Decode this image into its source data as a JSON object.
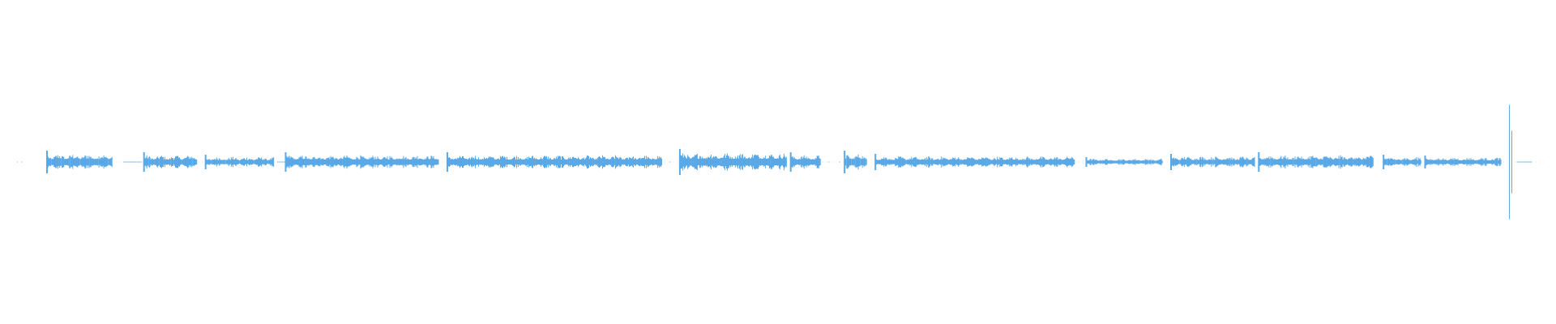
{
  "waveform": {
    "color": "#5aa9e6",
    "background": "#ffffff",
    "amplitude_profile": [
      {
        "t": 0.006,
        "a": 0.002,
        "type": "dot"
      },
      {
        "t": 0.009,
        "a": 0.002,
        "type": "dot"
      },
      {
        "t": 0.025,
        "a": 0.07,
        "type": "burst",
        "len": 0.043
      },
      {
        "t": 0.075,
        "a": 0.003,
        "type": "quiet",
        "len": 0.012
      },
      {
        "t": 0.088,
        "a": 0.06,
        "type": "burst",
        "len": 0.035
      },
      {
        "t": 0.128,
        "a": 0.045,
        "type": "burst",
        "len": 0.045
      },
      {
        "t": 0.175,
        "a": 0.003,
        "type": "quiet",
        "len": 0.005
      },
      {
        "t": 0.18,
        "a": 0.06,
        "type": "burst",
        "len": 0.1
      },
      {
        "t": 0.285,
        "a": 0.06,
        "type": "burst",
        "len": 0.14
      },
      {
        "t": 0.43,
        "a": 0.003,
        "type": "dot"
      },
      {
        "t": 0.436,
        "a": 0.08,
        "type": "burst",
        "len": 0.07
      },
      {
        "t": 0.508,
        "a": 0.06,
        "type": "burst",
        "len": 0.02
      },
      {
        "t": 0.533,
        "a": 0.003,
        "type": "dot"
      },
      {
        "t": 0.54,
        "a": 0.003,
        "type": "dot"
      },
      {
        "t": 0.543,
        "a": 0.07,
        "type": "burst",
        "len": 0.015
      },
      {
        "t": 0.563,
        "a": 0.05,
        "type": "burst",
        "len": 0.13
      },
      {
        "t": 0.7,
        "a": 0.03,
        "type": "burst",
        "len": 0.05
      },
      {
        "t": 0.755,
        "a": 0.05,
        "type": "burst",
        "len": 0.055
      },
      {
        "t": 0.812,
        "a": 0.06,
        "type": "burst",
        "len": 0.075
      },
      {
        "t": 0.893,
        "a": 0.045,
        "type": "burst",
        "len": 0.025
      },
      {
        "t": 0.92,
        "a": 0.04,
        "type": "burst",
        "len": 0.05
      },
      {
        "t": 0.975,
        "a": 0.32,
        "type": "spike",
        "len": 0.004
      },
      {
        "t": 0.98,
        "a": 0.003,
        "type": "quiet",
        "len": 0.01
      }
    ]
  }
}
